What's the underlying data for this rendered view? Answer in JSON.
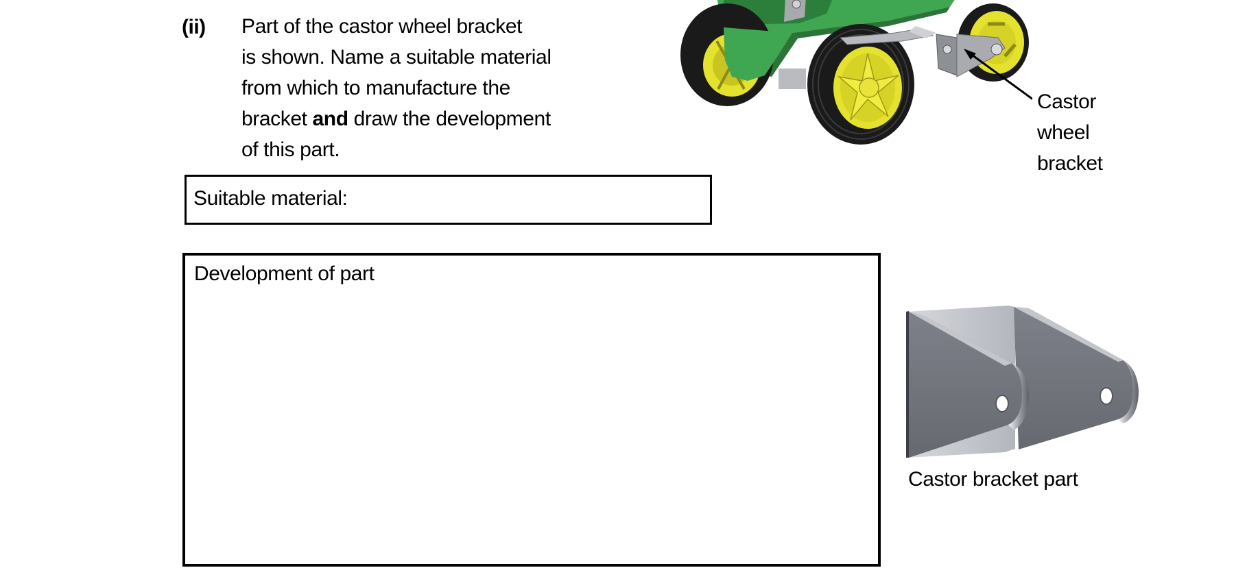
{
  "question": {
    "number": "(ii)",
    "text_before_bold": "Part of the castor wheel bracket is shown.  Name a suitable material from which to manufacture the bracket ",
    "lines": [
      "Part of the castor wheel bracket",
      "is shown.  Name a suitable material",
      "from which to manufacture the",
      "bracket ",
      "of this part."
    ],
    "bold_word": "and",
    "line4_after_bold": " draw the development"
  },
  "answer_boxes": {
    "material_label": "Suitable material:",
    "development_label": "Development of part"
  },
  "figures": {
    "robot": {
      "label_lines": [
        "Castor",
        "wheel",
        "bracket"
      ],
      "colors": {
        "body_green": "#3fa652",
        "wheel_yellow": "#e4e22e",
        "tyre_black": "#1a1a1a",
        "bracket_grey": "#9a9ca3"
      }
    },
    "part": {
      "caption": "Castor bracket part",
      "colors": {
        "face": "#74777f",
        "light": "#c8cad1",
        "edge": "#3c3e44"
      }
    }
  }
}
